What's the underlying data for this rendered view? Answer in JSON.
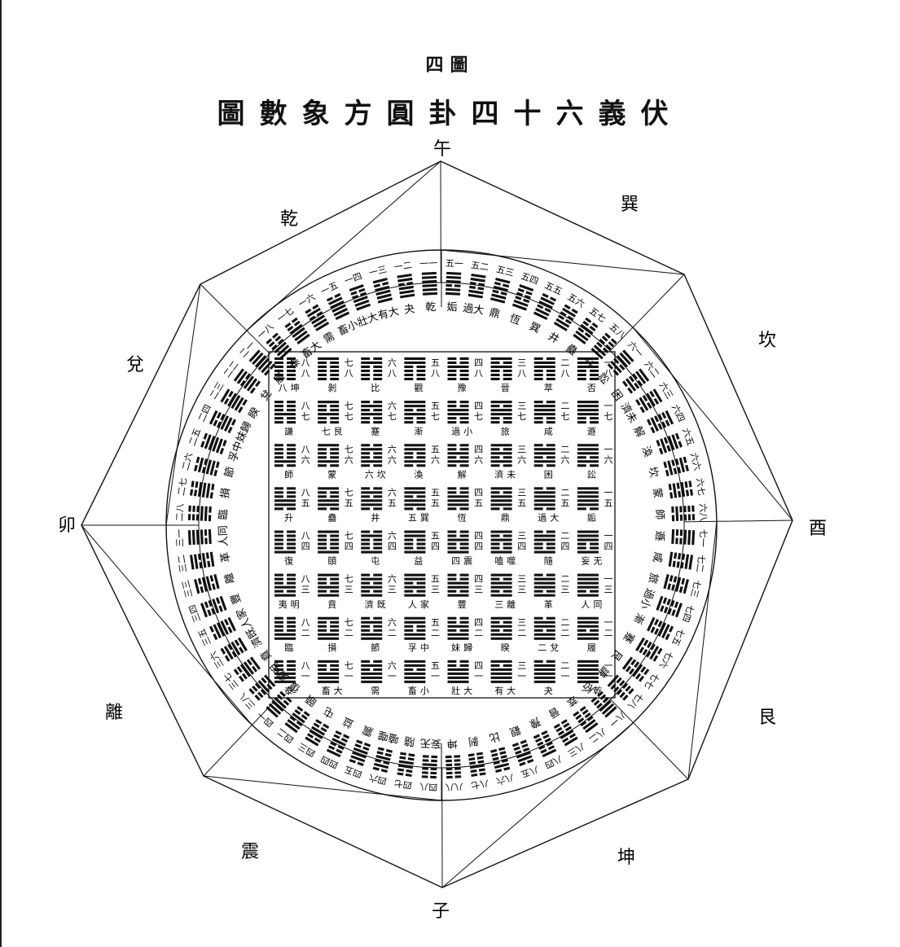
{
  "header": {
    "figure_number": "四圖",
    "title": "圖數象方圓卦四十六義伏"
  },
  "directions": {
    "top": "午",
    "bottom": "子",
    "left": "卯",
    "right": "酉"
  },
  "trigram_labels": {
    "upper_left": "乾",
    "upper_right": "巽",
    "right_upper": "坎",
    "right_lower": "艮",
    "lower_right": "坤",
    "lower_left": "震",
    "left_lower": "離",
    "left_upper": "兌"
  },
  "square": {
    "rows": [
      [
        {
          "num": "八八",
          "name": "八坤"
        },
        {
          "num": "七八",
          "name": "剝"
        },
        {
          "num": "六八",
          "name": "比"
        },
        {
          "num": "五八",
          "name": "觀"
        },
        {
          "num": "四八",
          "name": "豫"
        },
        {
          "num": "三八",
          "name": "晉"
        },
        {
          "num": "二八",
          "name": "萃"
        },
        {
          "num": "一八",
          "name": "否"
        }
      ],
      [
        {
          "num": "八七",
          "name": "謙"
        },
        {
          "num": "七七",
          "name": "七艮"
        },
        {
          "num": "六七",
          "name": "蹇"
        },
        {
          "num": "五七",
          "name": "漸"
        },
        {
          "num": "四七",
          "name": "過小"
        },
        {
          "num": "三七",
          "name": "旅"
        },
        {
          "num": "二七",
          "name": "咸"
        },
        {
          "num": "一七",
          "name": "遯"
        }
      ],
      [
        {
          "num": "八六",
          "name": "師"
        },
        {
          "num": "七六",
          "name": "蒙"
        },
        {
          "num": "六六",
          "name": "六坎"
        },
        {
          "num": "五六",
          "name": "渙"
        },
        {
          "num": "四六",
          "name": "解"
        },
        {
          "num": "三六",
          "name": "濟未"
        },
        {
          "num": "二六",
          "name": "困"
        },
        {
          "num": "一六",
          "name": "訟"
        }
      ],
      [
        {
          "num": "八五",
          "name": "升"
        },
        {
          "num": "七五",
          "name": "蠱"
        },
        {
          "num": "六五",
          "name": "井"
        },
        {
          "num": "五五",
          "name": "五巽"
        },
        {
          "num": "四五",
          "name": "恆"
        },
        {
          "num": "三五",
          "name": "鼎"
        },
        {
          "num": "二五",
          "name": "過大"
        },
        {
          "num": "一五",
          "name": "姤"
        }
      ],
      [
        {
          "num": "八四",
          "name": "復"
        },
        {
          "num": "七四",
          "name": "頤"
        },
        {
          "num": "六四",
          "name": "屯"
        },
        {
          "num": "五四",
          "name": "益"
        },
        {
          "num": "四四",
          "name": "四震"
        },
        {
          "num": "三四",
          "name": "嗑噬"
        },
        {
          "num": "二四",
          "name": "隨"
        },
        {
          "num": "一四",
          "name": "妄无"
        }
      ],
      [
        {
          "num": "八三",
          "name": "夷明"
        },
        {
          "num": "七三",
          "name": "賁"
        },
        {
          "num": "六三",
          "name": "濟既"
        },
        {
          "num": "五三",
          "name": "人家"
        },
        {
          "num": "四三",
          "name": "豐"
        },
        {
          "num": "三三",
          "name": "三離"
        },
        {
          "num": "二三",
          "name": "革"
        },
        {
          "num": "一三",
          "name": "人同"
        }
      ],
      [
        {
          "num": "八二",
          "name": "臨"
        },
        {
          "num": "七二",
          "name": "損"
        },
        {
          "num": "六二",
          "name": "節"
        },
        {
          "num": "五二",
          "name": "孚中"
        },
        {
          "num": "四二",
          "name": "妹歸"
        },
        {
          "num": "三二",
          "name": "睽"
        },
        {
          "num": "二二",
          "name": "二兌"
        },
        {
          "num": "一二",
          "name": "履"
        }
      ],
      [
        {
          "num": "八一",
          "name": "泰"
        },
        {
          "num": "七一",
          "name": "畜大"
        },
        {
          "num": "六一",
          "name": "需"
        },
        {
          "num": "五一",
          "name": "畜小"
        },
        {
          "num": "四一",
          "name": "壯大"
        },
        {
          "num": "三一",
          "name": "有大"
        },
        {
          "num": "二一",
          "name": "夬"
        },
        {
          "num": "一一",
          "name": "一乾"
        }
      ]
    ]
  },
  "ring": {
    "upper_left_names": [
      "乾",
      "夬",
      "有大",
      "壯大",
      "畜小",
      "需",
      "畜大",
      "泰"
    ],
    "upper_left_nums": [
      "一一",
      "一二",
      "一三",
      "一四",
      "一五",
      "一六",
      "一七",
      "一八"
    ],
    "upper_right_names": [
      "姤",
      "過大",
      "鼎",
      "恆",
      "巽",
      "井",
      "蠱",
      "升"
    ],
    "upper_right_nums": [
      "五一",
      "五二",
      "五三",
      "五四",
      "五五",
      "五六",
      "五七",
      "五八"
    ],
    "right_names": [
      "訟",
      "困",
      "濟未",
      "解",
      "渙",
      "坎",
      "蒙",
      "師",
      "遯",
      "咸",
      "旅",
      "過小",
      "漸",
      "蹇",
      "艮",
      "謙"
    ],
    "right_nums": [
      "六一",
      "六二",
      "六三",
      "六四",
      "六五",
      "六六",
      "六七",
      "六八",
      "七一",
      "七二",
      "七三",
      "七四",
      "七五",
      "七六",
      "七七",
      "七八"
    ],
    "lower_right_names": [
      "否",
      "萃",
      "晉",
      "豫",
      "觀",
      "比",
      "剝",
      "坤"
    ],
    "lower_right_nums": [
      "八一",
      "八二",
      "八三",
      "八四",
      "八五",
      "八六",
      "八七",
      "八八"
    ],
    "lower_left_names": [
      "復",
      "頤",
      "屯",
      "益",
      "震",
      "嗑噬",
      "隨",
      "妄无"
    ],
    "lower_left_nums": [
      "四一",
      "四二",
      "四三",
      "四四",
      "四五",
      "四六",
      "四七",
      "四八"
    ],
    "left_names": [
      "履",
      "兌",
      "睽",
      "妹歸",
      "孚中",
      "節",
      "損",
      "臨",
      "人同",
      "革",
      "離",
      "豐",
      "人家",
      "濟既",
      "賁",
      "夷明"
    ],
    "left_nums": [
      "二一",
      "二二",
      "二三",
      "二四",
      "二五",
      "二六",
      "二七",
      "二八",
      "三一",
      "三二",
      "三三",
      "三四",
      "三五",
      "三六",
      "三七",
      "三八"
    ]
  }
}
